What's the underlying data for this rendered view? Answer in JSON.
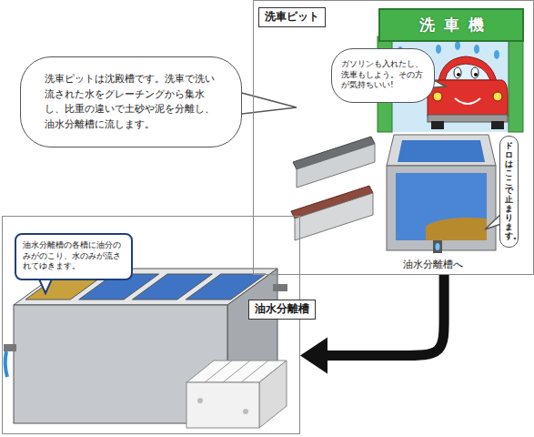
{
  "diagram": {
    "nodes": [
      {
        "text": [
          "洗車ピットは沈殿槽です。洗車で洗い流された水をグレーチングから集水し、比重の違いで土砂や泥を分離し、油水分離槽に流します。"
        ]
      },
      {
        "text": [
          "洗車ピット"
        ]
      },
      {
        "text": [
          "洗車機"
        ],
        "in": 1
      },
      {
        "text": [
          "ガソリンも入れたし、洗車もしよう。その方が気持ちいい!"
        ],
        "in": 1
      },
      {
        "text": [
          "ドロはここで止まります。"
        ],
        "in": 1
      },
      {
        "text": [
          "油水分離槽"
        ]
      },
      {
        "text": [
          "油水分離槽の各槽に油分のみがのこり、水のみが流されてゆきます。"
        ],
        "in": 5
      }
    ],
    "edges": [
      {
        "from": 1,
        "to": 5,
        "arrow": "to"
      }
    ],
    "labels": [
      "油水分離槽へ"
    ]
  }
}
